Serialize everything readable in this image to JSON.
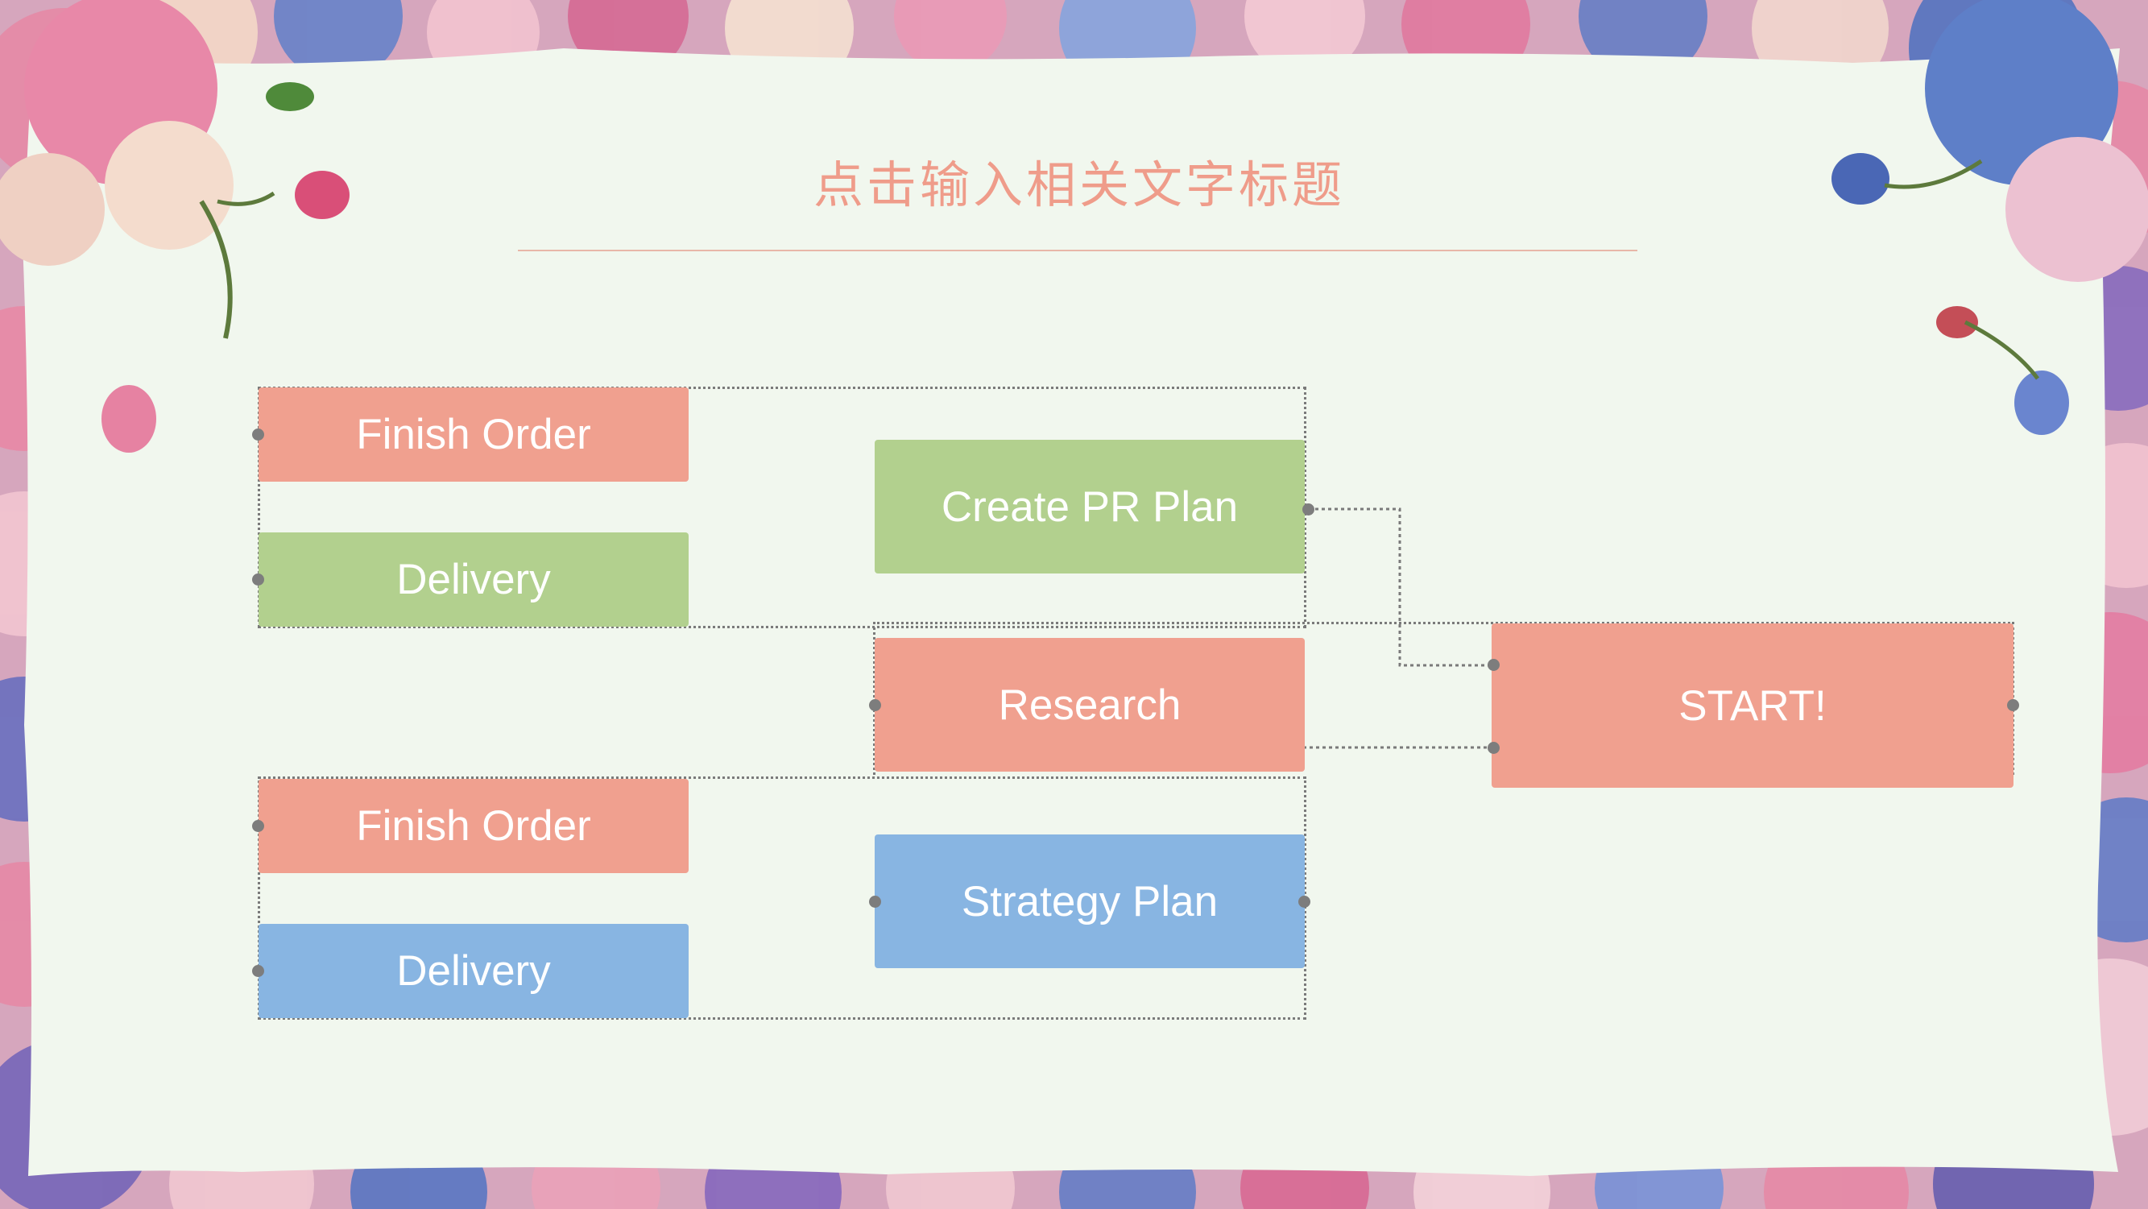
{
  "title": "点击输入相关文字标题",
  "colors": {
    "salmon": "#f0a08f",
    "green": "#b2d08e",
    "blue": "#88b5e2",
    "title": "#ef9c8a",
    "paper": "#f1f7ee",
    "connector": "#7a7a7a"
  },
  "boxes": {
    "finish_order_top": "Finish Order",
    "delivery_top": "Delivery",
    "create_pr_plan": "Create PR Plan",
    "research": "Research",
    "start": "START!",
    "finish_order_bottom": "Finish Order",
    "strategy_plan": "Strategy Plan",
    "delivery_bottom": "Delivery"
  }
}
